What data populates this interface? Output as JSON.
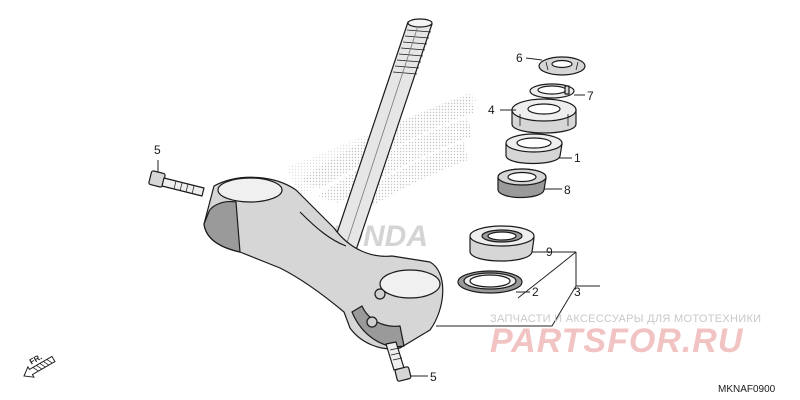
{
  "diagram": {
    "callouts": [
      {
        "id": "c6",
        "label": "6"
      },
      {
        "id": "c7",
        "label": "7"
      },
      {
        "id": "c4",
        "label": "4"
      },
      {
        "id": "c1",
        "label": "1"
      },
      {
        "id": "c8",
        "label": "8"
      },
      {
        "id": "c5a",
        "label": "5"
      },
      {
        "id": "c9",
        "label": "9"
      },
      {
        "id": "c2",
        "label": "2"
      },
      {
        "id": "c3",
        "label": "3"
      },
      {
        "id": "c5b",
        "label": "5"
      }
    ],
    "direction_label": "FR.",
    "diagram_code": "MKNAF0900"
  },
  "watermark": {
    "tagline": "ЗАПЧАСТИ И АКСЕССУАРЫ ДЛЯ МОТОТЕХНИКИ",
    "brand": "PARTSFOR.RU",
    "logo_text": "HONDA"
  },
  "colors": {
    "line": "#1a1a1a",
    "fill_gray": "#d6d6d6",
    "fill_dark": "#9a9a9a",
    "watermark_red": "#f2c3c3",
    "watermark_gray": "#c9c9c9"
  }
}
